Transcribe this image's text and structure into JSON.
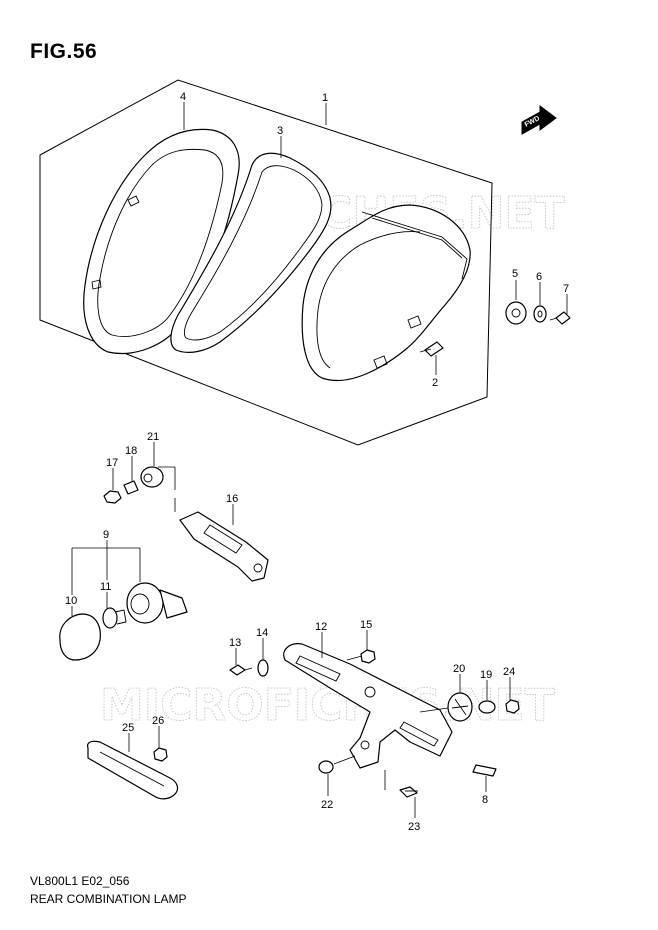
{
  "header": {
    "figure_title": "FIG.56"
  },
  "footer": {
    "model_code": "VL800L1 E02_056",
    "description": "REAR COMBINATION LAMP"
  },
  "badge": {
    "fwd_label": "FWD"
  },
  "watermark": {
    "text": "MICROFICHES.NET"
  },
  "callouts": {
    "c1": "1",
    "c2": "2",
    "c3": "3",
    "c4": "4",
    "c5": "5",
    "c6": "6",
    "c7": "7",
    "c8": "8",
    "c9": "9",
    "c10": "10",
    "c11": "11",
    "c12": "12",
    "c13": "13",
    "c14": "14",
    "c15": "15",
    "c16": "16",
    "c17": "17",
    "c18": "18",
    "c19": "19",
    "c20": "20",
    "c21": "21",
    "c22": "22",
    "c23": "23",
    "c24": "24",
    "c25": "25",
    "c26": "26"
  }
}
